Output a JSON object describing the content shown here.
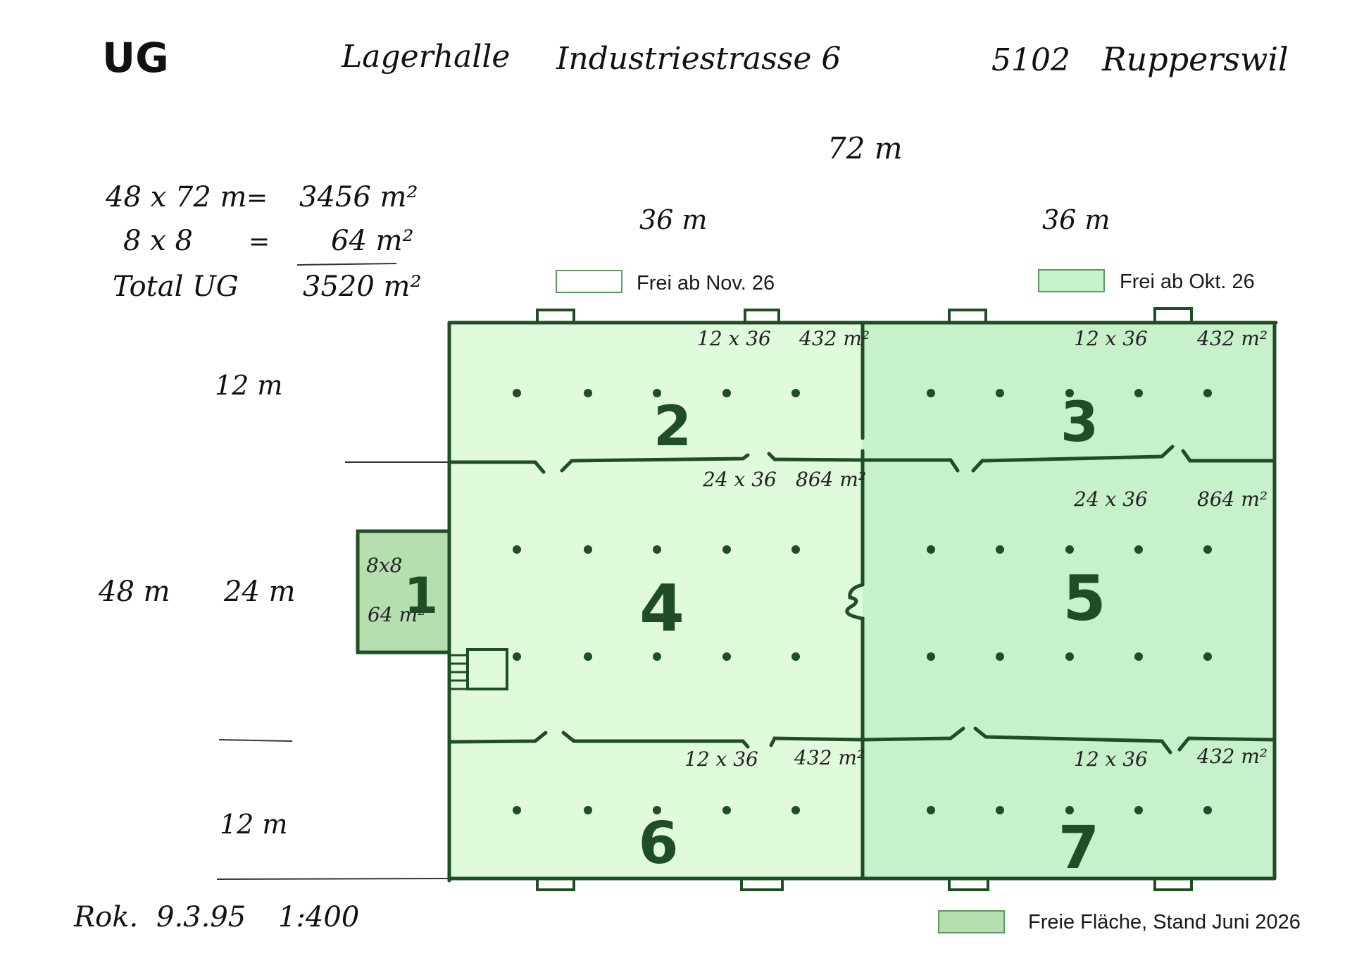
{
  "header": {
    "level": "UG",
    "building": "Lagerhalle",
    "street": "Industriestrasse 6",
    "postcode": "5102",
    "city": "Rupperswil"
  },
  "calc": {
    "line1_expr": "48 x 72 m",
    "line1_eq": "=",
    "line1_val": "3456 m²",
    "line2_expr": "8 x 8",
    "line2_eq": "=",
    "line2_val": "64 m²",
    "line3_label": "Total UG",
    "line3_val": "3520 m²"
  },
  "dimensions": {
    "total_width": "72 m",
    "half_left": "36 m",
    "half_right": "36 m",
    "total_height": "48 m",
    "row_top": "12 m",
    "row_middle": "24 m",
    "row_bottom": "12 m"
  },
  "rooms": [
    {
      "id": "1",
      "size": "8x8",
      "area": "64 m²",
      "status": "free"
    },
    {
      "id": "2",
      "size": "12 x 36",
      "area": "432 m²",
      "status": "nov"
    },
    {
      "id": "3",
      "size": "12 x 36",
      "area": "432 m²",
      "status": "okt"
    },
    {
      "id": "4",
      "size": "24 x 36",
      "area": "864 m²",
      "status": "nov"
    },
    {
      "id": "5",
      "size": "24 x 36",
      "area": "864 m²",
      "status": "okt"
    },
    {
      "id": "6",
      "size": "12 x 36",
      "area": "432 m²",
      "status": "nov"
    },
    {
      "id": "7",
      "size": "12 x 36",
      "area": "432 m²",
      "status": "okt"
    }
  ],
  "legend": {
    "nov": "Frei ab Nov. 26",
    "okt": "Frei ab Okt. 26",
    "free": "Freie Fläche, Stand Juni 2026"
  },
  "footer": {
    "author": "Rok.",
    "date": "9.3.95",
    "scale": "1:400"
  },
  "colors": {
    "nov": "#e0fbdc",
    "okt": "#c7f1c9",
    "free": "#b6dfb0",
    "wall": "#1f4d24"
  }
}
